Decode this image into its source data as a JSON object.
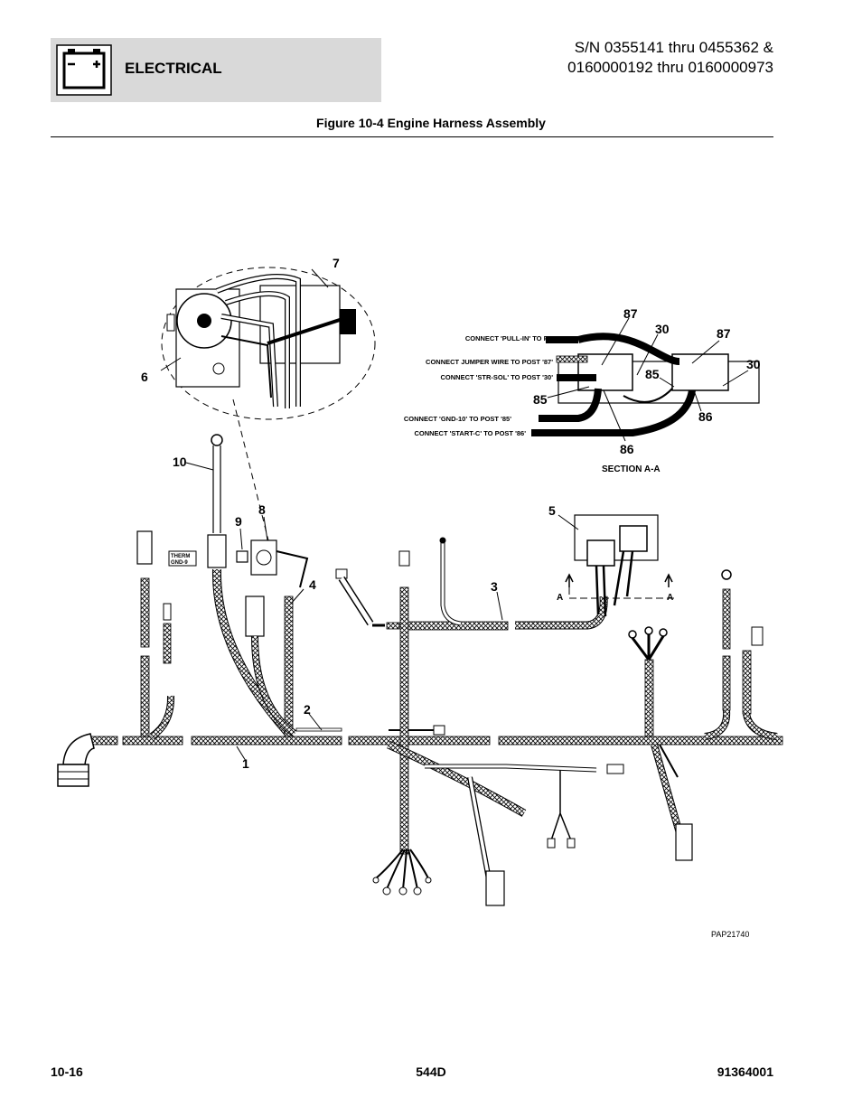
{
  "header": {
    "section_title": "ELECTRICAL",
    "serial_line1": "S/N 0355141 thru 0455362 &",
    "serial_line2": "0160000192 thru 0160000973",
    "figure_title": "Figure 10-4 Engine Harness Assembly"
  },
  "diagram": {
    "callouts": {
      "c1": "1",
      "c2": "2",
      "c3": "3",
      "c4": "4",
      "c5": "5",
      "c6": "6",
      "c7": "7",
      "c8": "8",
      "c9": "9",
      "c10": "10"
    },
    "therm_label_1": "THERM",
    "therm_label_2": "GND-9",
    "section_label": "SECTION A-A",
    "section_marker": "A",
    "posts": {
      "p87": "87",
      "p30": "30",
      "p85": "85",
      "p86": "86"
    },
    "connections": {
      "pull_in": "CONNECT 'PULL-IN' TO POST '87'",
      "jumper": "CONNECT JUMPER WIRE TO POST '87'",
      "str_sol": "CONNECT 'STR-SOL' TO POST '30'",
      "gnd10": "CONNECT 'GND-10' TO POST '85'",
      "start_c": "CONNECT 'START-C' TO POST '86'"
    },
    "drawing_number": "PAP21740"
  },
  "footer": {
    "page_number": "10-16",
    "model": "544D",
    "part_number": "91364001"
  }
}
